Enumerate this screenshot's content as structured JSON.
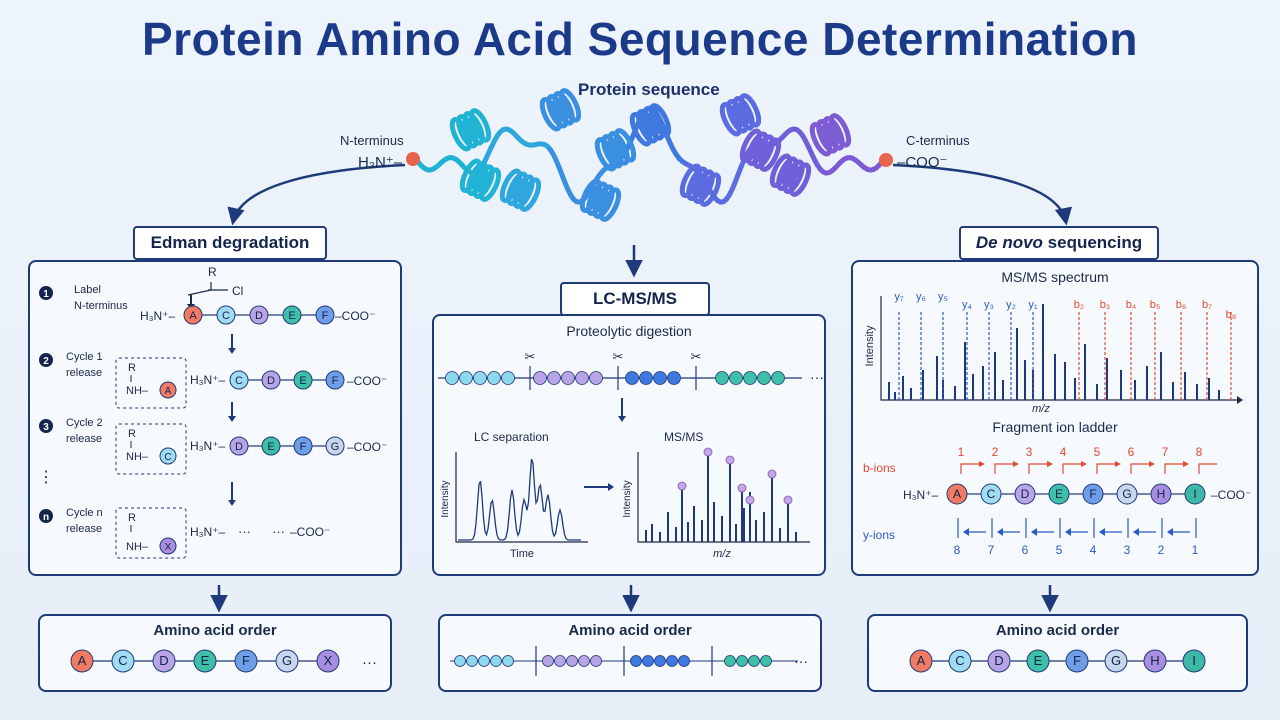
{
  "title": "Protein Amino Acid Sequence Determination",
  "protein_label": "Protein sequence",
  "n_terminus": "N-terminus",
  "c_terminus": "C-terminus",
  "h3n": "H₃N⁺–",
  "coo": "–COO⁻",
  "edman": {
    "header": "Edman degradation",
    "steps": [
      {
        "num": "1",
        "label": "Label\nN-terminus"
      },
      {
        "num": "2",
        "label": "Cycle 1\nrelease"
      },
      {
        "num": "3",
        "label": "Cycle 2\nrelease"
      },
      {
        "num": "n",
        "label": "Cycle n\nrelease"
      }
    ],
    "reagent_r": "R",
    "reagent_cl": "Cl",
    "nh": "NH–",
    "dots": "⋮",
    "result_title": "Amino acid order",
    "result_letters": [
      "A",
      "C",
      "D",
      "E",
      "F",
      "G",
      "X"
    ],
    "ellipsis": "···"
  },
  "lcms": {
    "header": "LC-MS/MS",
    "digestion": "Proteolytic digestion",
    "lc_sep": "LC separation",
    "msms": "MS/MS",
    "intensity": "Intensity",
    "time": "Time",
    "mz": "m/z",
    "result_title": "Amino acid order"
  },
  "denovo": {
    "header_italic": "De novo",
    "header_rest": " sequencing",
    "spectrum": "MS/MS spectrum",
    "intensity": "Intensity",
    "mz": "m/z",
    "y_labels": [
      "y₇",
      "y₆",
      "y₅",
      "y₄",
      "y₃",
      "y₂",
      "y₁"
    ],
    "b_labels": [
      "b₂",
      "b₃",
      "b₄",
      "b₅",
      "b₆",
      "b₇",
      "b₈"
    ],
    "ladder_title": "Fragment ion ladder",
    "b_ions": "b-ions",
    "y_ions": "y-ions",
    "b_numbers": [
      "1",
      "2",
      "3",
      "4",
      "5",
      "6",
      "7",
      "8"
    ],
    "y_numbers": [
      "8",
      "7",
      "6",
      "5",
      "4",
      "3",
      "2",
      "1"
    ],
    "ladder_letters": [
      "A",
      "C",
      "D",
      "E",
      "F",
      "G",
      "H",
      "I"
    ],
    "result_title": "Amino acid order",
    "result_letters": [
      "A",
      "C",
      "D",
      "E",
      "F",
      "G",
      "H",
      "I"
    ]
  },
  "colors": {
    "A": "#f07a62",
    "C": "#9fdcf2",
    "D": "#b9a4e6",
    "E": "#3fbfa8",
    "F": "#6f9ee8",
    "G": "#c7d6ec",
    "H": "#a98ee0",
    "I": "#3cb8a4",
    "X": "#a88ee0",
    "navy": "#1f3a7a",
    "red": "#e04a32",
    "blue": "#2b5cc4"
  }
}
